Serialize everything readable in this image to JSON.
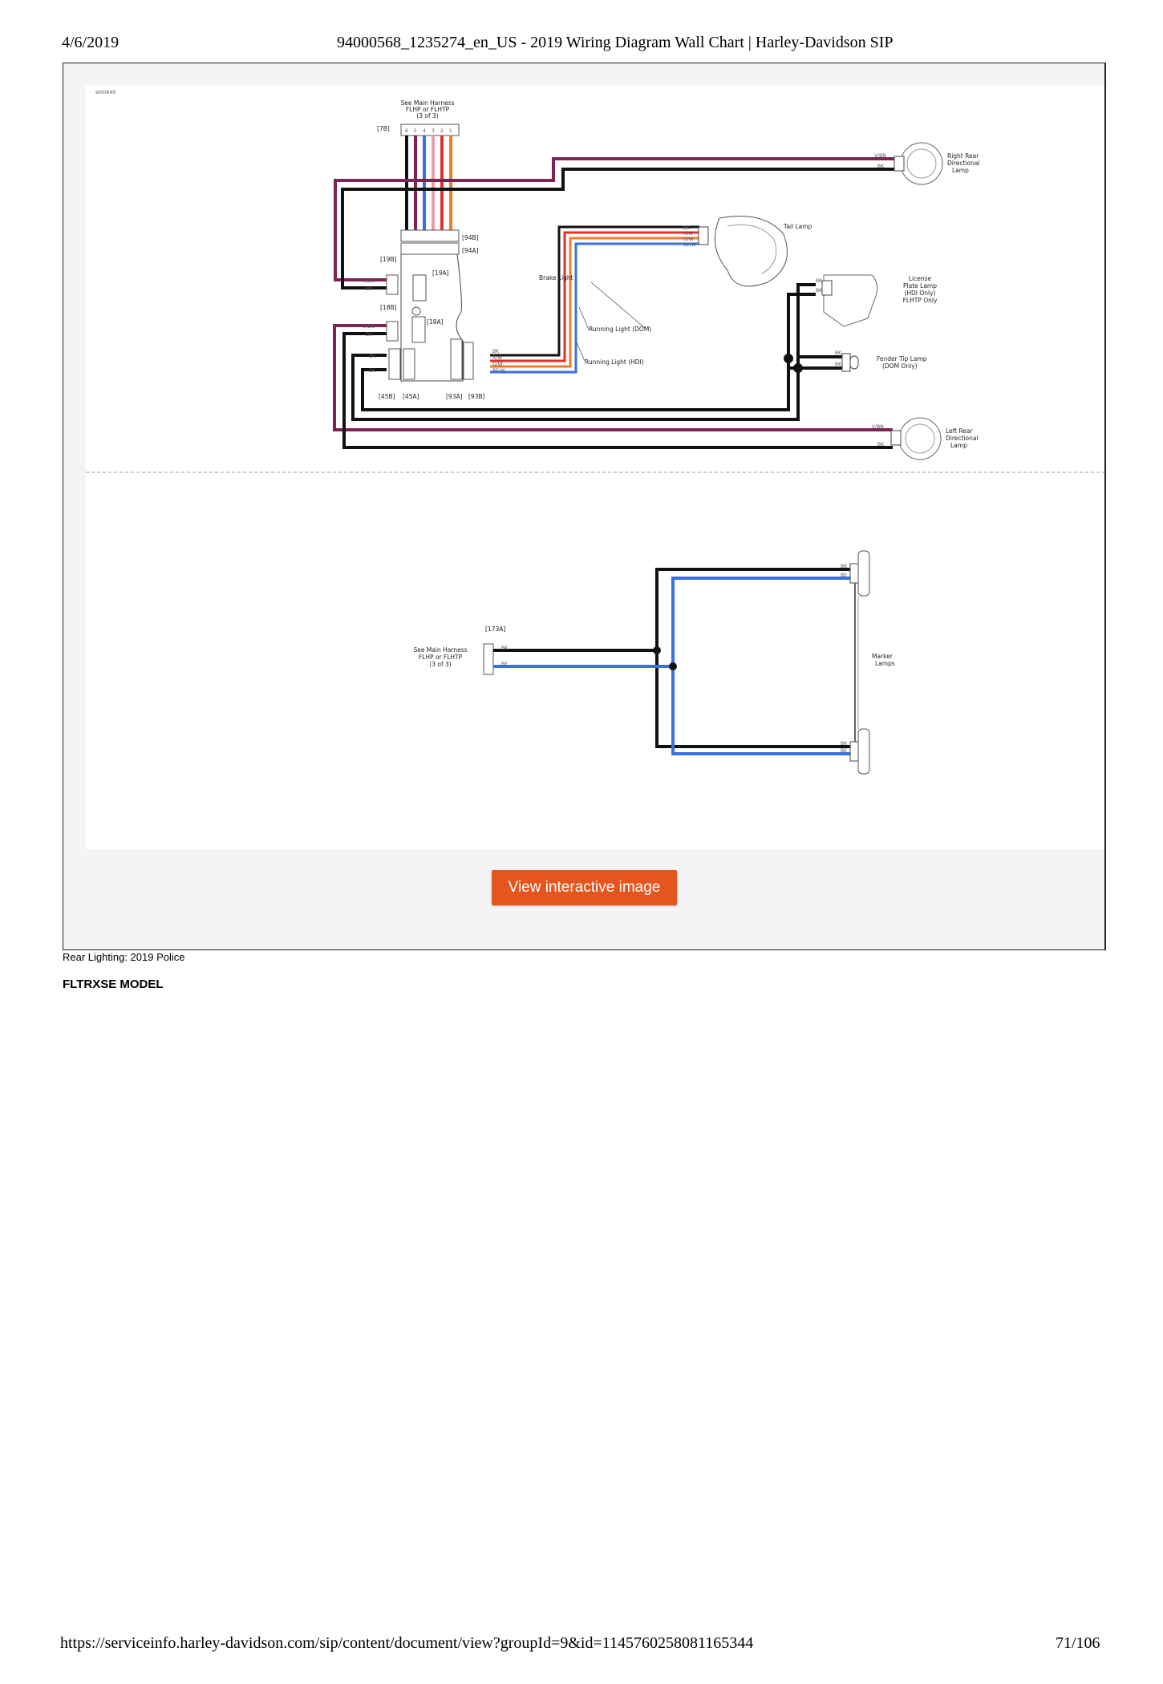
{
  "page_header": {
    "date": "4/6/2019",
    "title": "94000568_1235274_en_US - 2019 Wiring Diagram Wall Chart | Harley-Davidson SIP"
  },
  "diagram": {
    "id": "et00640",
    "upper": {
      "harness_label": [
        "See Main Harness",
        "FLHP or FLHTP",
        "(3 of 3)"
      ],
      "connectors": {
        "c7b": "[7B]",
        "c94b": "[94B]",
        "c94a": "[94A]",
        "c19b": "[19B]",
        "c19a": "[19A]",
        "c18b": "[18B]",
        "c18a": "[18A]",
        "c45b": "[45B]",
        "c45a": "[45A]",
        "c93a": "[93A]",
        "c93b": "[93B]"
      },
      "pin_numbers": [
        "6",
        "5",
        "4",
        "3",
        "2",
        "1"
      ],
      "components": {
        "right_rear": [
          "Right Rear",
          "Directional",
          "Lamp"
        ],
        "tail_lamp": "Tail Lamp",
        "license_plate": [
          "License",
          "Plate Lamp",
          "(HDI Only)",
          "FLHTP Only"
        ],
        "fender_tip": [
          "Fender Tip Lamp",
          "(DOM Only)"
        ],
        "left_rear": [
          "Left Rear",
          "Directional",
          "Lamp"
        ],
        "brake_light": "Brake Light",
        "running_dom": "Running Light (DOM)",
        "running_hdi": "Running Light (HDI)"
      },
      "wire_labels": {
        "vbn": "V/BN",
        "bk": "BK",
        "rw": "R/W",
        "ow": "O/W",
        "bew": "BE/W"
      }
    },
    "lower": {
      "connector": "[173A]",
      "harness_label": [
        "See Main Harness",
        "FLHP or FLHTP",
        "(3 of 3)"
      ],
      "marker_lamps": [
        "Marker",
        "Lamps"
      ],
      "wire_labels": {
        "bk": "BK",
        "be": "BE"
      }
    },
    "wire_colors": {
      "violet_brown": "#7b2456",
      "black": "#111111",
      "red": "#e0302a",
      "orange": "#f07c28",
      "blue": "#3a70e0",
      "pink": "#e8a0a8"
    }
  },
  "view_button_label": "View interactive image",
  "caption": "Rear Lighting: 2019 Police",
  "model_heading": "FLTRXSE MODEL",
  "page_footer": {
    "url": "https://serviceinfo.harley-davidson.com/sip/content/document/view?groupId=9&id=1145760258081165344",
    "page": "71/106"
  }
}
